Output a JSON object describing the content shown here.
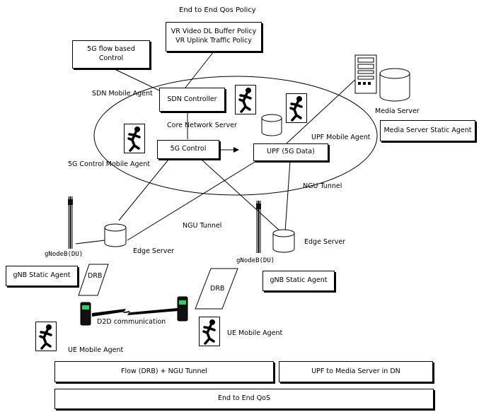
{
  "title": "End to End Qos Policy",
  "policy_box": {
    "line1": "VR Video DL Buffer Policy",
    "line2": "VR Uplink Traffic Policy"
  },
  "flow_control_box": {
    "line1": "5G flow based",
    "line2": "Control"
  },
  "labels": {
    "sdn_mobile_agent": "SDN  Mobile Agent",
    "core_network_server": "Core Network Server",
    "control_5g_mobile_agent": "5G Control  Mobile Agent",
    "upf_mobile_agent": "UPF  Mobile Agent",
    "media_server": "Media Server",
    "ngu_tunnel_right": "NGU Tunnel",
    "ngu_tunnel_center": "NGU Tunnel",
    "edge_server_left": "Edge Server",
    "edge_server_right": "Edge Server",
    "gnodeb_left": "gNodeB(DU)",
    "gnodeb_right": "gNodeB(DU)",
    "drb_left": "DRB",
    "drb_right": "DRB",
    "d2d": "D2D communication",
    "ue_agent_left": "UE  Mobile Agent",
    "ue_agent_right": "UE  Mobile Agent"
  },
  "boxes": {
    "sdn_controller": "SDN Controller",
    "control_5g": "5G Control",
    "upf": "UPF (5G Data)",
    "media_static_agent": "Media Server Static Agent",
    "gnb_static_left": "gNB Static Agent",
    "gnb_static_right": "gNB Static Agent"
  },
  "bottom": {
    "flow_drb": "Flow (DRB) + NGU Tunnel",
    "upf_media": "UPF to Media Server in DN",
    "e2e_qos": "End to End QoS"
  }
}
